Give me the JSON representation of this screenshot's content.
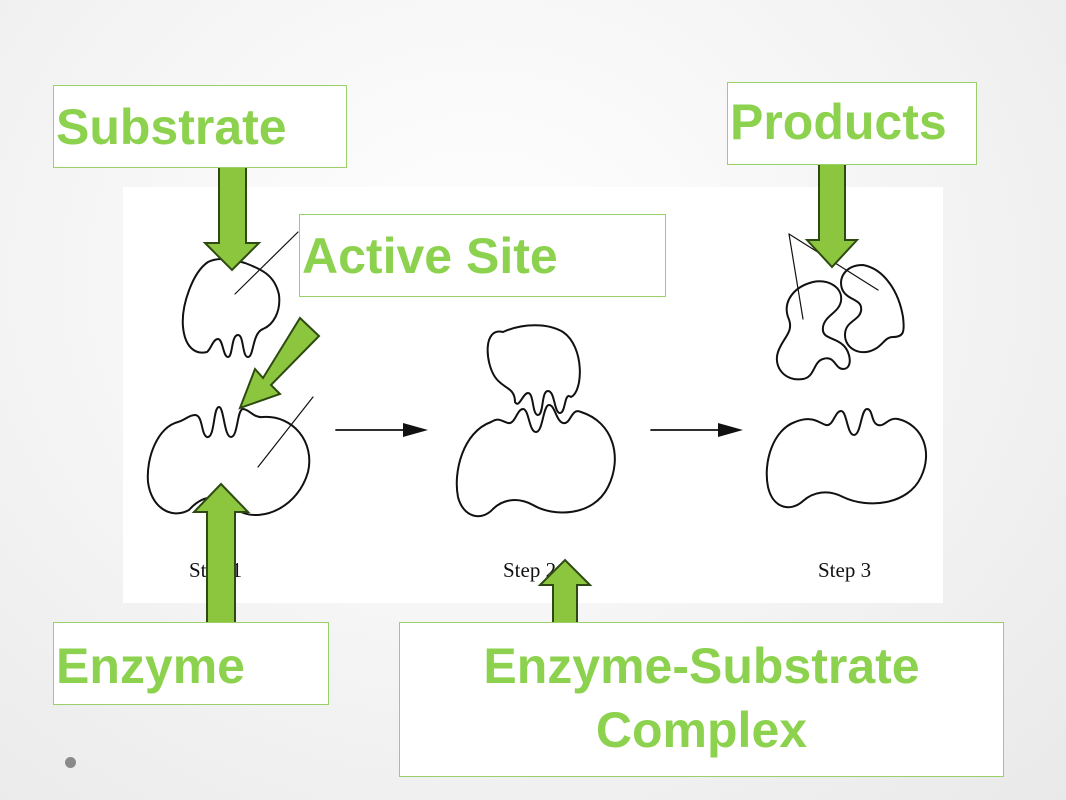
{
  "labels": {
    "substrate": "Substrate",
    "products": "Products",
    "active_site": "Active Site",
    "enzyme": "Enzyme",
    "complex_line1": "Enzyme-Substrate",
    "complex_line2": "Complex"
  },
  "steps": {
    "step1": "Step 1",
    "step2": "Step 2",
    "step3": "Step 3"
  },
  "colors": {
    "label_text": "#8cd24e",
    "label_border": "#9ad06a",
    "arrow_fill": "#8cc63f",
    "arrow_stroke": "#2e4a12",
    "drawing": "#111111"
  }
}
